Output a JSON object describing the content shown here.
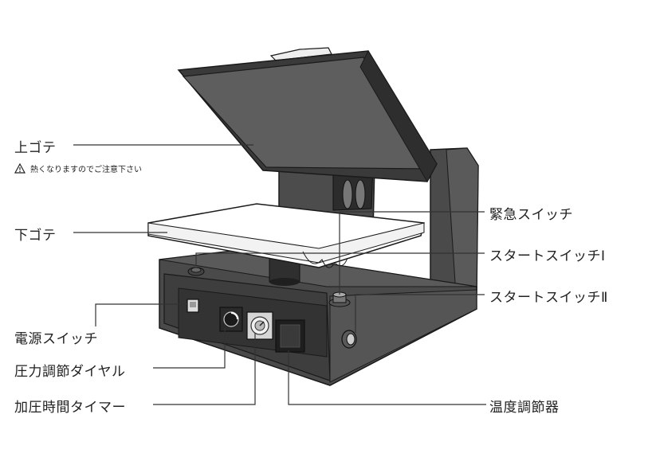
{
  "labels": {
    "upper_plate": "上ゴテ",
    "warning": "熱くなりますのでご注意下さい",
    "lower_plate": "下ゴテ",
    "power_switch": "電源スイッチ",
    "pressure_dial": "圧力調節ダイヤル",
    "timer": "加圧時間タイマー",
    "emergency_switch": "緊急スイッチ",
    "start_switch_1": "スタートスイッチⅠ",
    "start_switch_2": "スタートスイッチⅡ",
    "temperature_controller": "温度調節器"
  },
  "icons": {
    "warning": "warning-triangle-icon"
  },
  "colors": {
    "body_dark": "#3a3a3a",
    "body_mid": "#555555",
    "plate_face": "#5e5e5e",
    "outline": "#1a1a1a",
    "leader": "#333333"
  }
}
